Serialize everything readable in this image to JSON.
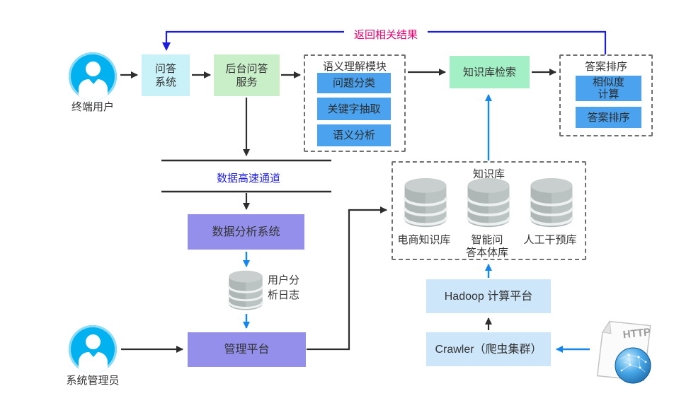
{
  "edges": {
    "return_label": "返回相关结果"
  },
  "nodes": {
    "terminal_user": {
      "label": "终端用户"
    },
    "qa_system": {
      "label": "问答\n系统"
    },
    "backend_service": {
      "label": "后台问答\n服务"
    },
    "semantic_module": {
      "title": "语义理解模块",
      "items": [
        {
          "label": "问题分类"
        },
        {
          "label": "关键字抽取"
        },
        {
          "label": "语义分析"
        }
      ]
    },
    "kb_search": {
      "label": "知识库检索"
    },
    "answer_ranking": {
      "title": "答案排序",
      "items": [
        {
          "label": "相似度\n计算"
        },
        {
          "label": "答案排序"
        }
      ]
    },
    "data_channel": {
      "label": "数据高速通道"
    },
    "data_analysis": {
      "label": "数据分析系统"
    },
    "user_log": {
      "label": "用户分\n析日志"
    },
    "admin_platform": {
      "label": "管理平台"
    },
    "system_admin": {
      "label": "系统管理员"
    },
    "knowledge_base": {
      "title": "知识库",
      "databases": [
        {
          "label": "电商知识库"
        },
        {
          "label": "智能问\n答本体库"
        },
        {
          "label": "人工干预库"
        }
      ]
    },
    "hadoop": {
      "label": "Hadoop 计算平台"
    },
    "crawler": {
      "label": "Crawler（爬虫集群）"
    },
    "http_source": {
      "label": "HTTP"
    }
  },
  "colors": {
    "cyan_box": "#c8f2f7",
    "green_box": "#c9efc9",
    "mint_box": "#a3f0c6",
    "purple_box": "#938fea",
    "lightblue_box": "#cde6fa",
    "inner_blue_box": "#4ba3f0",
    "black_arrow": "#2d2d2d",
    "blue_arrow": "#1486ef",
    "return_line": "#1b1be0",
    "magenta_label": "#e60073",
    "channel_text": "#2222e0",
    "user_icon": "#02b1ef"
  }
}
